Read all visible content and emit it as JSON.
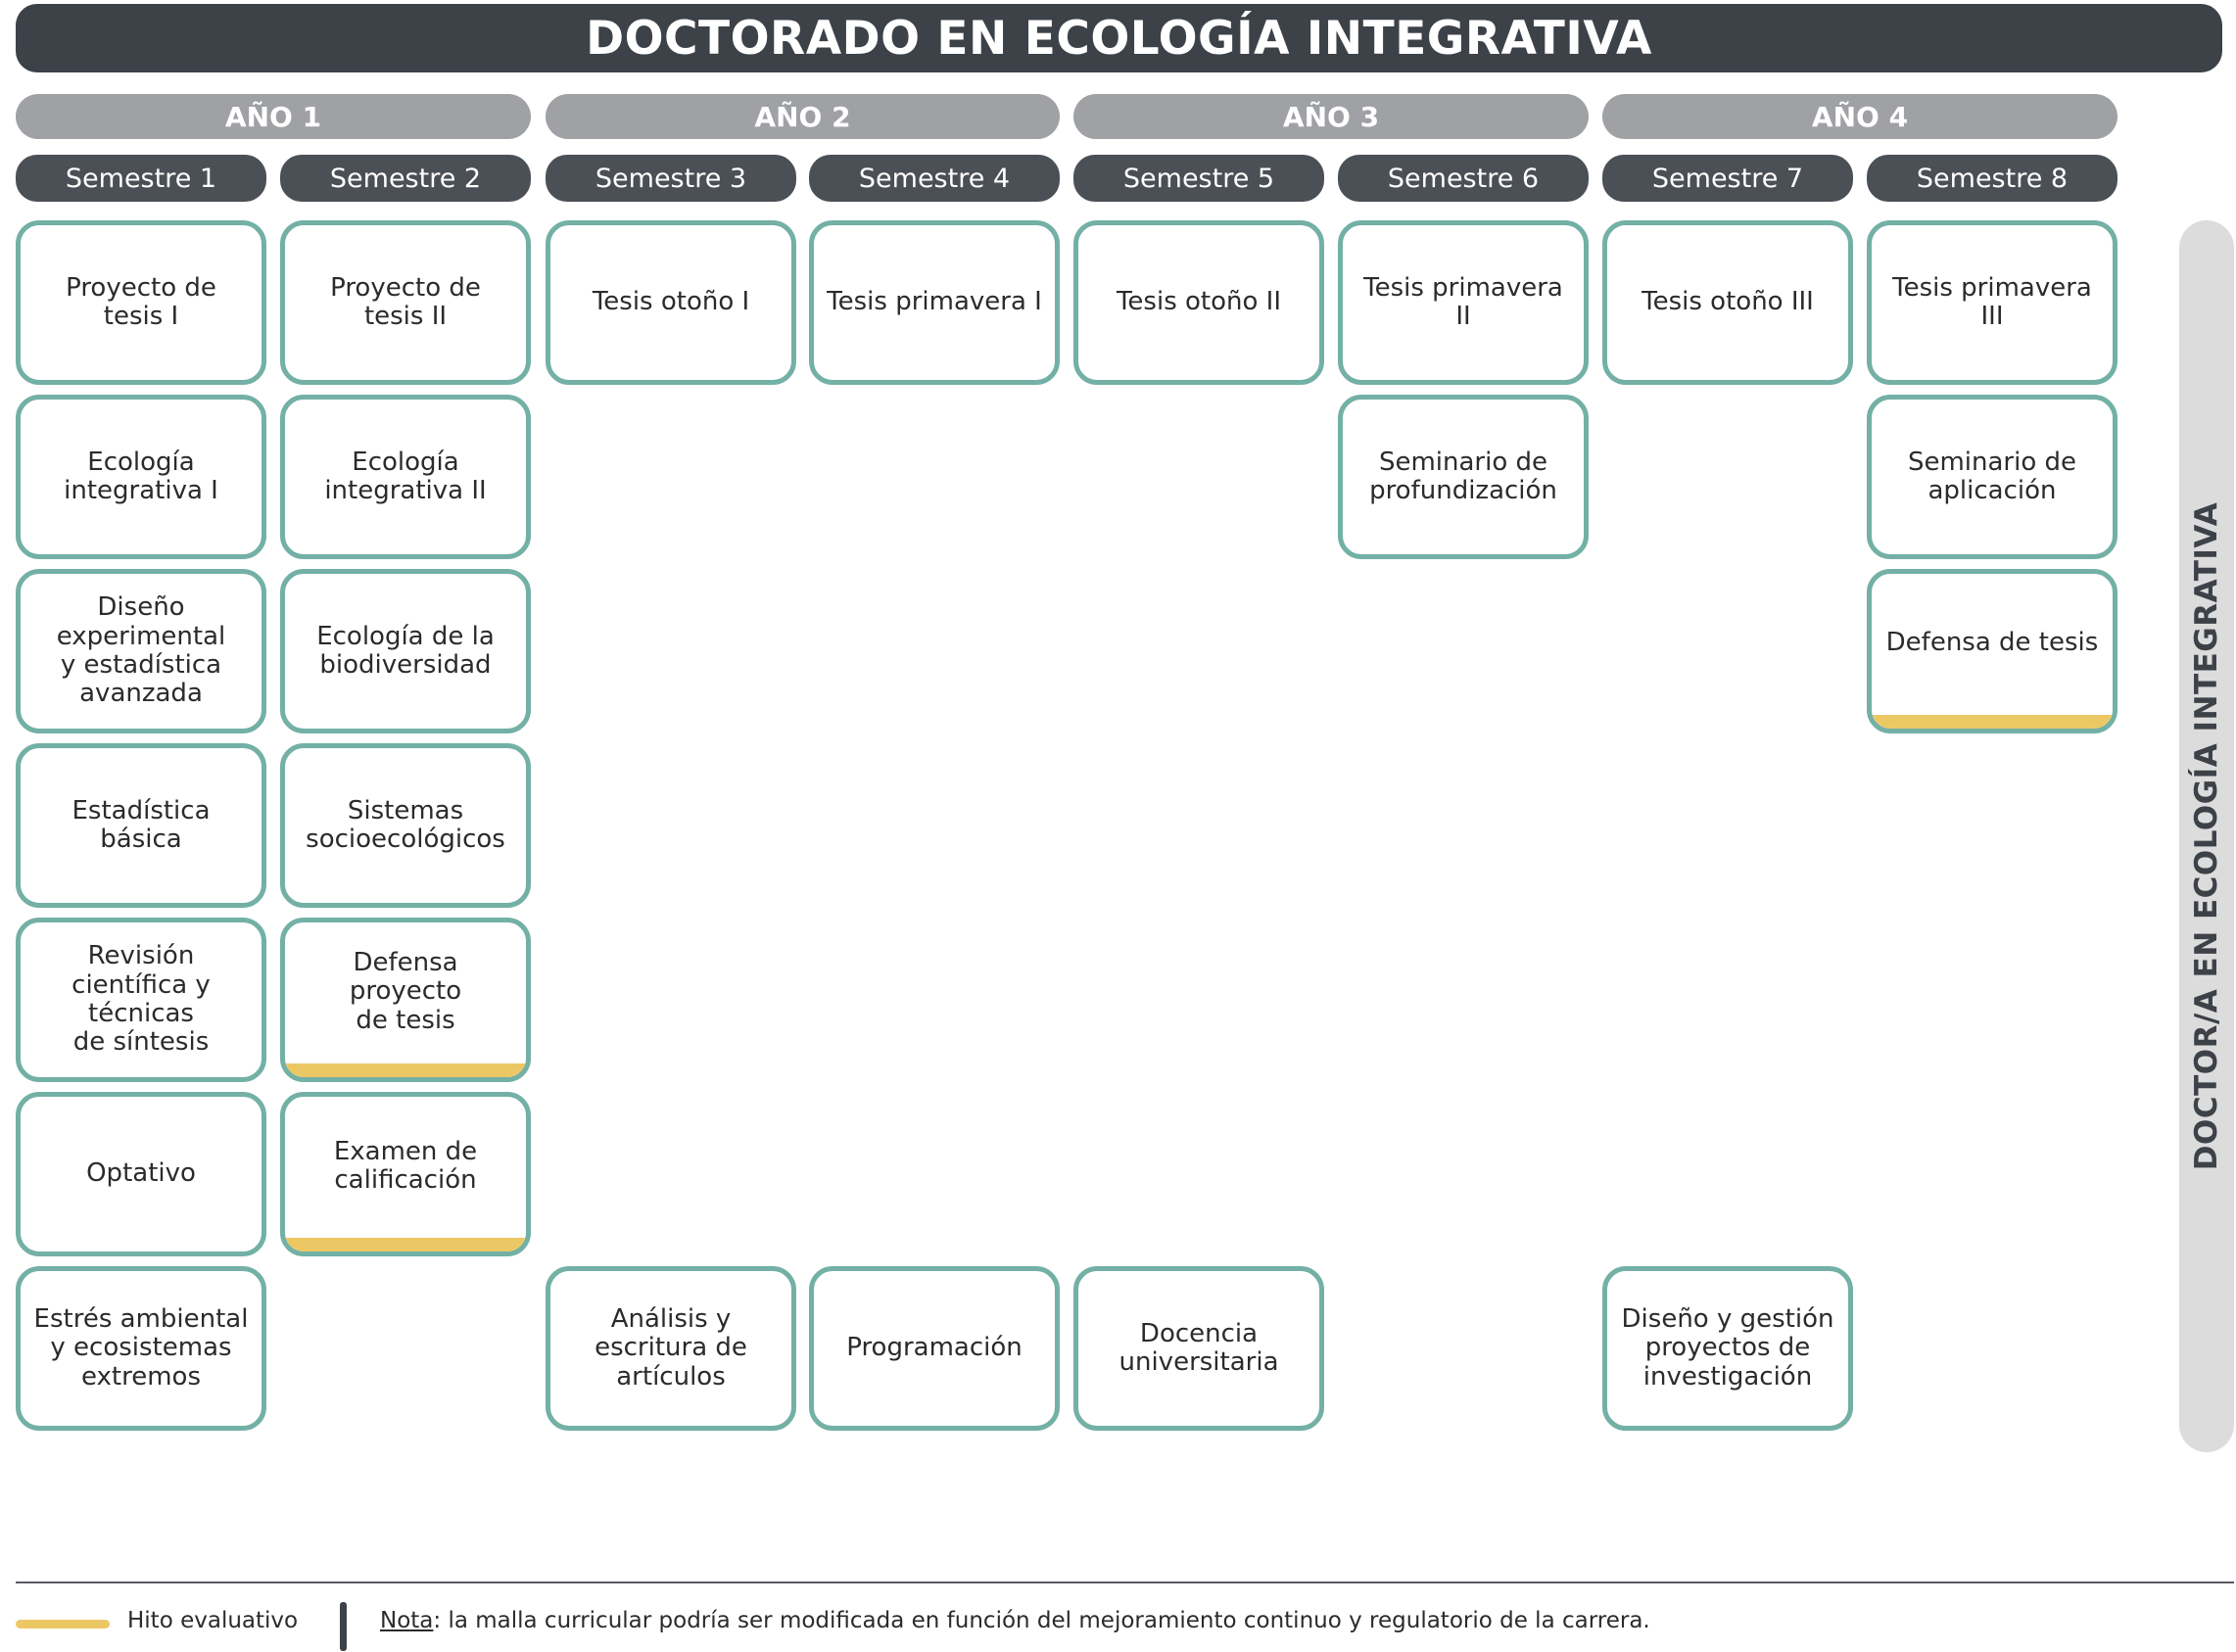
{
  "title": "DOCTORADO EN ECOLOGÍA INTEGRATIVA",
  "years": [
    "AÑO 1",
    "AÑO 2",
    "AÑO 3",
    "AÑO 4"
  ],
  "semesters": [
    "Semestre 1",
    "Semestre 2",
    "Semestre 3",
    "Semestre 4",
    "Semestre 5",
    "Semestre 6",
    "Semestre 7",
    "Semestre 8"
  ],
  "courses": [
    {
      "label": "Proyecto de\ntesis I",
      "semester": 1,
      "row": 1,
      "milestone": false
    },
    {
      "label": "Ecología\nintegrativa I",
      "semester": 1,
      "row": 2,
      "milestone": false
    },
    {
      "label": "Diseño\nexperimental\ny estadística\navanzada",
      "semester": 1,
      "row": 3,
      "milestone": false
    },
    {
      "label": "Estadística\nbásica",
      "semester": 1,
      "row": 4,
      "milestone": false
    },
    {
      "label": "Revisión\ncientífica y\ntécnicas\nde síntesis",
      "semester": 1,
      "row": 5,
      "milestone": false
    },
    {
      "label": "Optativo",
      "semester": 1,
      "row": 6,
      "milestone": false
    },
    {
      "label": "Estrés ambiental\ny ecosistemas\nextremos",
      "semester": 1,
      "row": 7,
      "milestone": false
    },
    {
      "label": "Proyecto de\ntesis II",
      "semester": 2,
      "row": 1,
      "milestone": false
    },
    {
      "label": "Ecología\nintegrativa II",
      "semester": 2,
      "row": 2,
      "milestone": false
    },
    {
      "label": "Ecología de la\nbiodiversidad",
      "semester": 2,
      "row": 3,
      "milestone": false
    },
    {
      "label": "Sistemas\nsocioecológicos",
      "semester": 2,
      "row": 4,
      "milestone": false
    },
    {
      "label": "Defensa proyecto\nde tesis",
      "semester": 2,
      "row": 5,
      "milestone": true
    },
    {
      "label": "Examen de\ncalificación",
      "semester": 2,
      "row": 6,
      "milestone": true
    },
    {
      "label": "Tesis otoño I",
      "semester": 3,
      "row": 1,
      "milestone": false
    },
    {
      "label": "Análisis y\nescritura de\nartículos",
      "semester": 3,
      "row": 7,
      "milestone": false
    },
    {
      "label": "Tesis primavera I",
      "semester": 4,
      "row": 1,
      "milestone": false
    },
    {
      "label": "Programación",
      "semester": 4,
      "row": 7,
      "milestone": false
    },
    {
      "label": "Tesis otoño II",
      "semester": 5,
      "row": 1,
      "milestone": false
    },
    {
      "label": "Docencia\nuniversitaria",
      "semester": 5,
      "row": 7,
      "milestone": false
    },
    {
      "label": "Tesis primavera II",
      "semester": 6,
      "row": 1,
      "milestone": false
    },
    {
      "label": "Seminario de\nprofundización",
      "semester": 6,
      "row": 2,
      "milestone": false
    },
    {
      "label": "Tesis otoño III",
      "semester": 7,
      "row": 1,
      "milestone": false
    },
    {
      "label": "Diseño y gestión\nproyectos de\ninvestigación",
      "semester": 7,
      "row": 7,
      "milestone": false
    },
    {
      "label": "Tesis primavera III",
      "semester": 8,
      "row": 1,
      "milestone": false
    },
    {
      "label": "Seminario de\naplicación",
      "semester": 8,
      "row": 2,
      "milestone": false
    },
    {
      "label": "Defensa de tesis",
      "semester": 8,
      "row": 3,
      "milestone": true
    }
  ],
  "side_label": "DOCTOR/A EN ECOLOGÍA INTEGRATIVA",
  "legend": {
    "label": "Hito evaluativo",
    "color": "#ecc865"
  },
  "note": {
    "prefix": "Nota",
    "text": ": la malla curricular podría ser modificada en función del mejoramiento continuo y regulatorio de la carrera."
  },
  "colors": {
    "header": "#3d4148",
    "year_bar": "#9fa1a4",
    "semester_bar": "#4b4f56",
    "course_border": "#73b0a5",
    "milestone": "#ecc865"
  }
}
